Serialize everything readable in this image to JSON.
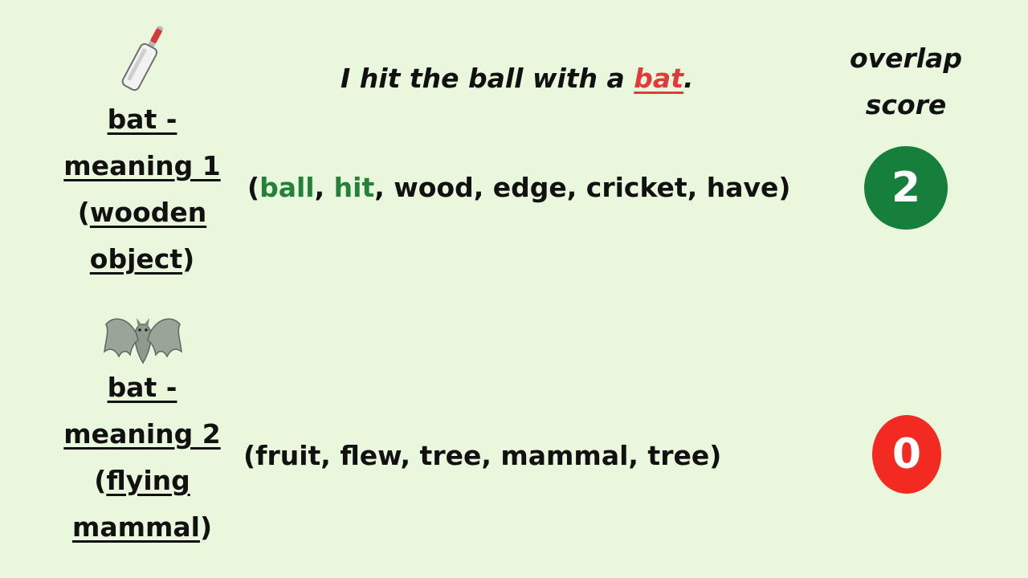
{
  "sentence": {
    "before": "I hit the ball with a ",
    "target": "bat",
    "after": "."
  },
  "score_header": {
    "line1": "overlap",
    "line2": "score"
  },
  "senses": [
    {
      "icon": "cricket-bat-icon",
      "label_line1": "bat -",
      "label_line2": "meaning 1",
      "label_line3_open": "(",
      "label_line3_word": "wooden",
      "label_line4_word": "object",
      "label_line4_close": ")",
      "gloss_open": "(",
      "gloss_match1": "ball",
      "gloss_sep1": ", ",
      "gloss_match2": "hit",
      "gloss_rest": ", wood, edge, cricket, have)",
      "score": "2",
      "score_color": "#157f3b"
    },
    {
      "icon": "bat-animal-icon",
      "label_line1": "bat -",
      "label_line2": "meaning 2",
      "label_line3_open": "(",
      "label_line3_word": "flying",
      "label_line4_word": "mammal",
      "label_line4_close": ")",
      "gloss_text": "(fruit, flew, tree, mammal, tree)",
      "score": "0",
      "score_color": "#f22a22"
    }
  ],
  "colors": {
    "background": "#e9f7dc",
    "match_word": "#238237",
    "target_word": "#e23a3a"
  }
}
